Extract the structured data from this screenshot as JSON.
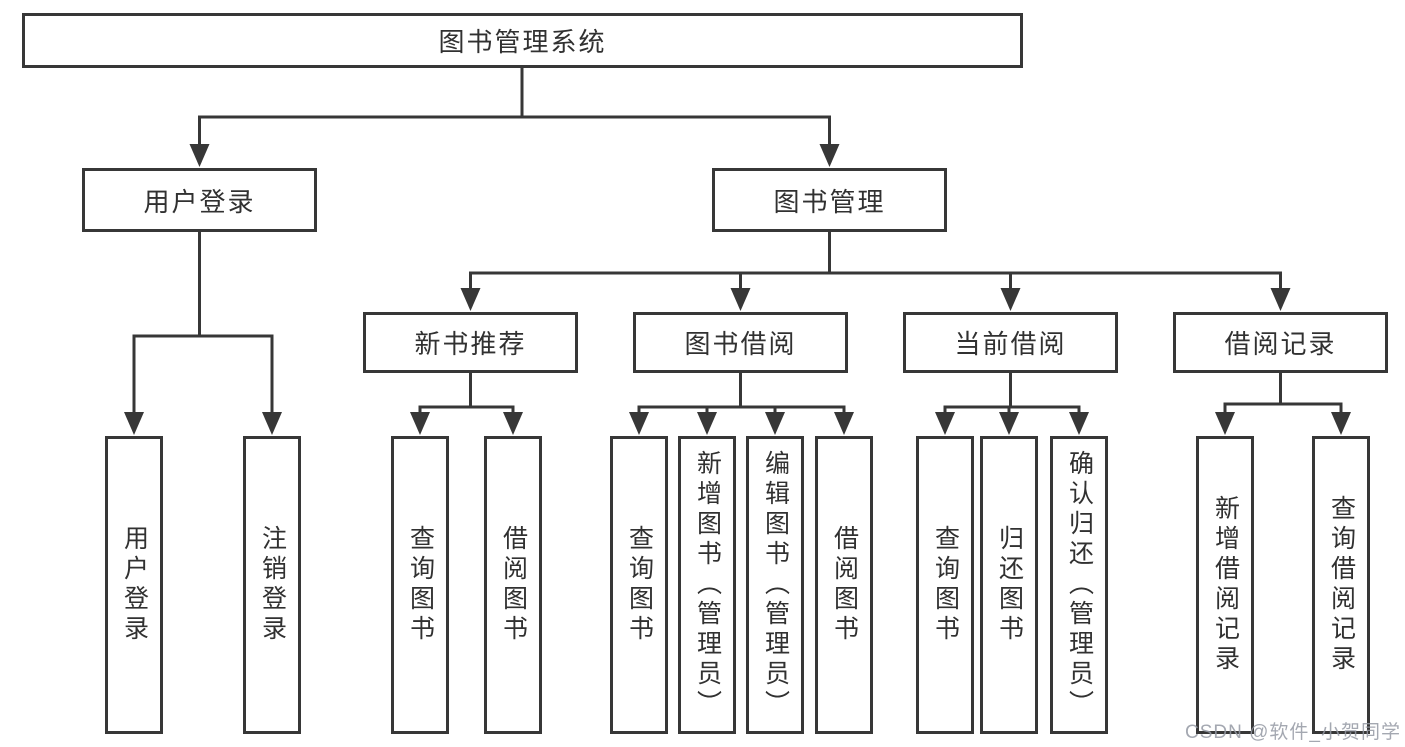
{
  "diagram": {
    "root": {
      "label": "图书管理系统"
    },
    "branches": [
      {
        "label": "用户登录",
        "children": [
          "用户登录",
          "注销登录"
        ]
      },
      {
        "label": "图书管理",
        "groups": [
          {
            "label": "新书推荐",
            "children": [
              "查询图书",
              "借阅图书"
            ]
          },
          {
            "label": "图书借阅",
            "children": [
              "查询图书",
              "新增图书（管理员）",
              "编辑图书（管理员）",
              "借阅图书"
            ]
          },
          {
            "label": "当前借阅",
            "children": [
              "查询图书",
              "归还图书",
              "确认归还（管理员）"
            ]
          },
          {
            "label": "借阅记录",
            "children": [
              "新增借阅记录",
              "查询借阅记录"
            ]
          }
        ]
      }
    ]
  },
  "watermark": "CSDN @软件_小贺同学",
  "colors": {
    "line": "#373737",
    "text": "#313131",
    "background": "#ffffff",
    "watermark": "#9499a3"
  }
}
